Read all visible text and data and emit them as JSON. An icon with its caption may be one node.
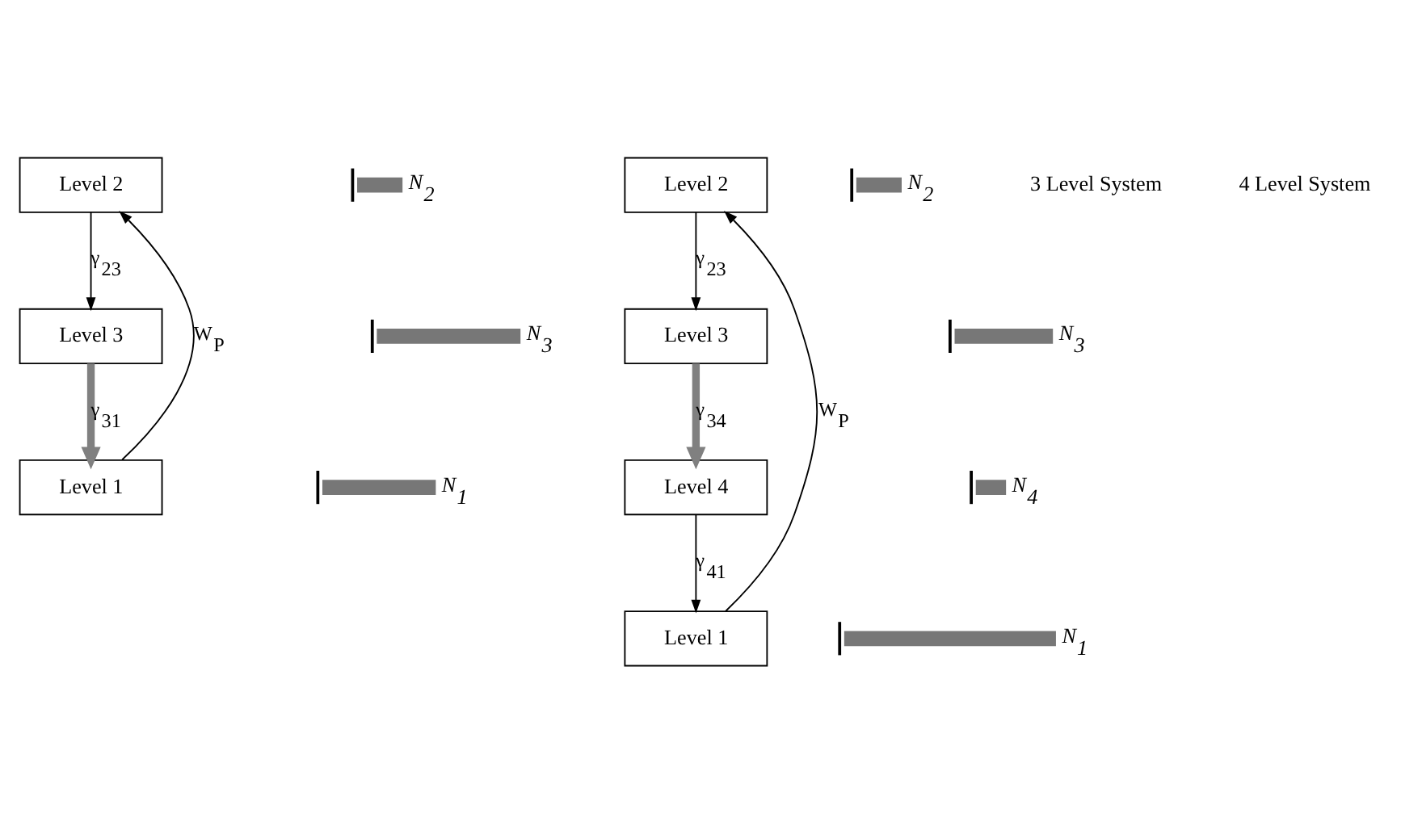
{
  "diagram": {
    "nodes": [
      {
        "text": [
          "Level 2"
        ]
      },
      {
        "text": [
          "Level 3"
        ]
      },
      {
        "text": [
          "Level 1"
        ]
      },
      {
        "text": [],
        "shape": "bar",
        "beside": [
          "N$_{2}$"
        ]
      },
      {
        "text": [],
        "shape": "bar",
        "beside": [
          "N$_{3}$"
        ]
      },
      {
        "text": [],
        "shape": "bar",
        "beside": [
          "N$_{1}$"
        ]
      },
      {
        "text": [
          "Level 2"
        ]
      },
      {
        "text": [
          "Level 3"
        ]
      },
      {
        "text": [
          "Level 4"
        ]
      },
      {
        "text": [
          "Level 1"
        ]
      },
      {
        "text": [],
        "shape": "bar",
        "beside": [
          "N$_{2}$"
        ]
      },
      {
        "text": [],
        "shape": "bar",
        "beside": [
          "N$_{3}$"
        ]
      },
      {
        "text": [],
        "shape": "bar",
        "beside": [
          "N$_{4}$"
        ]
      },
      {
        "text": [],
        "shape": "bar",
        "beside": [
          "N$_{1}$"
        ]
      }
    ],
    "edges": [
      {
        "from": 2,
        "to": 0,
        "arrow": "to",
        "label": "W$_{P}$"
      },
      {
        "from": 0,
        "to": 1,
        "arrow": "to",
        "label": "γ$_{23}$"
      },
      {
        "from": 1,
        "to": 2,
        "arrow": "to",
        "label": "γ$_{31}$",
        "style": "thick",
        "color": "#808080"
      },
      {
        "from": 9,
        "to": 6,
        "arrow": "to",
        "label": "W$_{P}$"
      },
      {
        "from": 6,
        "to": 7,
        "arrow": "to",
        "label": "γ$_{23}$"
      },
      {
        "from": 7,
        "to": 8,
        "arrow": "to",
        "label": "γ$_{34}$",
        "style": "thick",
        "color": "#808080"
      },
      {
        "from": 8,
        "to": 9,
        "arrow": "to",
        "label": "γ$_{41}$"
      }
    ],
    "labels": [
      "3 Level System",
      "4 Level System"
    ]
  }
}
